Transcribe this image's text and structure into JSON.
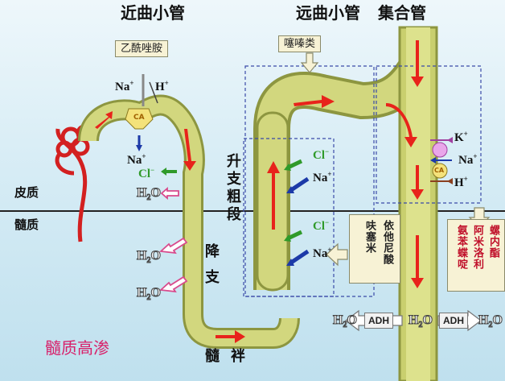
{
  "headers": {
    "proximal": "近曲小管",
    "distal": "远曲小管",
    "collecting": "集合管"
  },
  "drugs": {
    "acetazolamide": "乙酰唑胺",
    "thiazides": "噻嗪类",
    "furosemide": "呋塞米",
    "ethacrynic_acid": "依他尼酸",
    "spironolactone": "螺内酯",
    "triamterene": "氨苯蝶啶",
    "amiloride": "阿米洛利"
  },
  "segments": {
    "ascending": "升支粗段",
    "descending": "降支",
    "loop": "髓袢"
  },
  "regions": {
    "cortex": "皮质",
    "medulla": "髓质",
    "hyperosmotic": "髓质高渗"
  },
  "ions": {
    "na": "Na",
    "h": "H",
    "k": "K",
    "cl": "Cl",
    "plus": "+",
    "minus": "−",
    "ca": "CA"
  },
  "water": {
    "h": "H",
    "sub": "2",
    "o": "O",
    "adh": "ADH"
  },
  "colors": {
    "tubule": "#c9cf6e",
    "flow_arrow": "#e8231b",
    "na_arrow": "#1c3aa8",
    "cl_arrow": "#2f9a2a",
    "water_arrow": "#d94a8c",
    "drug_red": "#c0102a"
  }
}
